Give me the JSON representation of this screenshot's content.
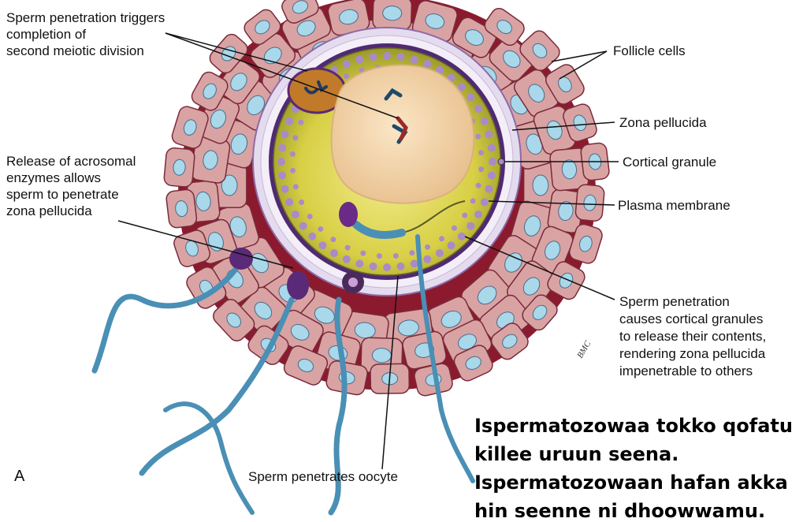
{
  "labels": {
    "sperm_triggers": [
      "Sperm penetration triggers",
      "completion of",
      "second meiotic division"
    ],
    "acrosomal": [
      "Release of acrosomal",
      "enzymes allows",
      "sperm to penetrate",
      "zona pellucida"
    ],
    "follicle_cells": "Follicle cells",
    "zona_pellucida": "Zona pellucida",
    "cortical_granule": "Cortical granule",
    "plasma_membrane": "Plasma membrane",
    "cortical_release": [
      "Sperm penetration",
      "causes cortical granules",
      "to release their contents,",
      "rendering zona pellucida",
      "impenetrable to others"
    ],
    "penetrates_oocyte": "Sperm penetrates oocyte",
    "panel_letter": "A",
    "signature": "BMC"
  },
  "caption": {
    "lines": [
      "Ispermatozowaa tokko qofatu",
      "killee uruun seena.",
      "Ispermatozowaan hafan akka",
      "hin seenne ni dhoowwamu."
    ]
  },
  "colors": {
    "follicle": "#d9a3a3",
    "follicle_dark": "#8c1a2e",
    "nucleus": "#a8d8ea",
    "zona": "#e6e0ee",
    "cytoplasm": "#d8d04a",
    "ooplasm_nucleus": "#f0d2a8",
    "granule": "#a98bc7",
    "perivitelline": "#5a2a7a",
    "sperm": "#4a8fb5",
    "sperm_head": "#6a2a88"
  }
}
